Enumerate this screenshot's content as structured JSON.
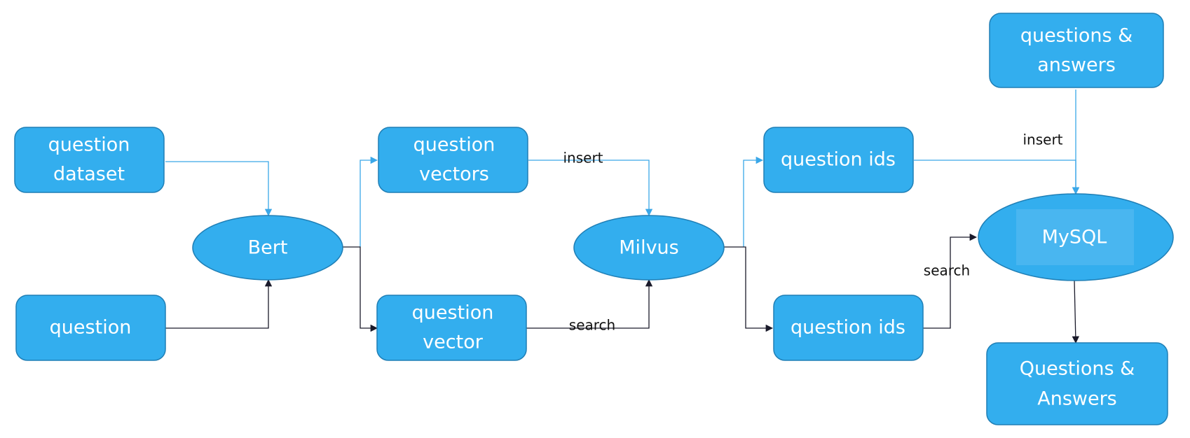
{
  "nodes": {
    "question_dataset": [
      "question",
      "dataset"
    ],
    "question": [
      "question"
    ],
    "bert": [
      "Bert"
    ],
    "question_vectors": [
      "question",
      "vectors"
    ],
    "question_vector": [
      "question",
      "vector"
    ],
    "milvus": [
      "Milvus"
    ],
    "question_ids_top": [
      "question ids"
    ],
    "question_ids_bottom": [
      "question ids"
    ],
    "questions_answers_input": [
      "questions &",
      "answers"
    ],
    "mysql": [
      "MySQL"
    ],
    "questions_answers_output": [
      "Questions &",
      "Answers"
    ]
  },
  "edge_labels": {
    "insert_vectors": "insert",
    "search_vector": "search",
    "insert_ids": "insert",
    "search_ids": "search"
  },
  "colors": {
    "node_fill": "#33aeee",
    "node_border": "#1f7fb6",
    "insert_path": "#3aa7e8",
    "search_path": "#1a1a2a",
    "mysql_highlight": "#5bbdf2"
  }
}
